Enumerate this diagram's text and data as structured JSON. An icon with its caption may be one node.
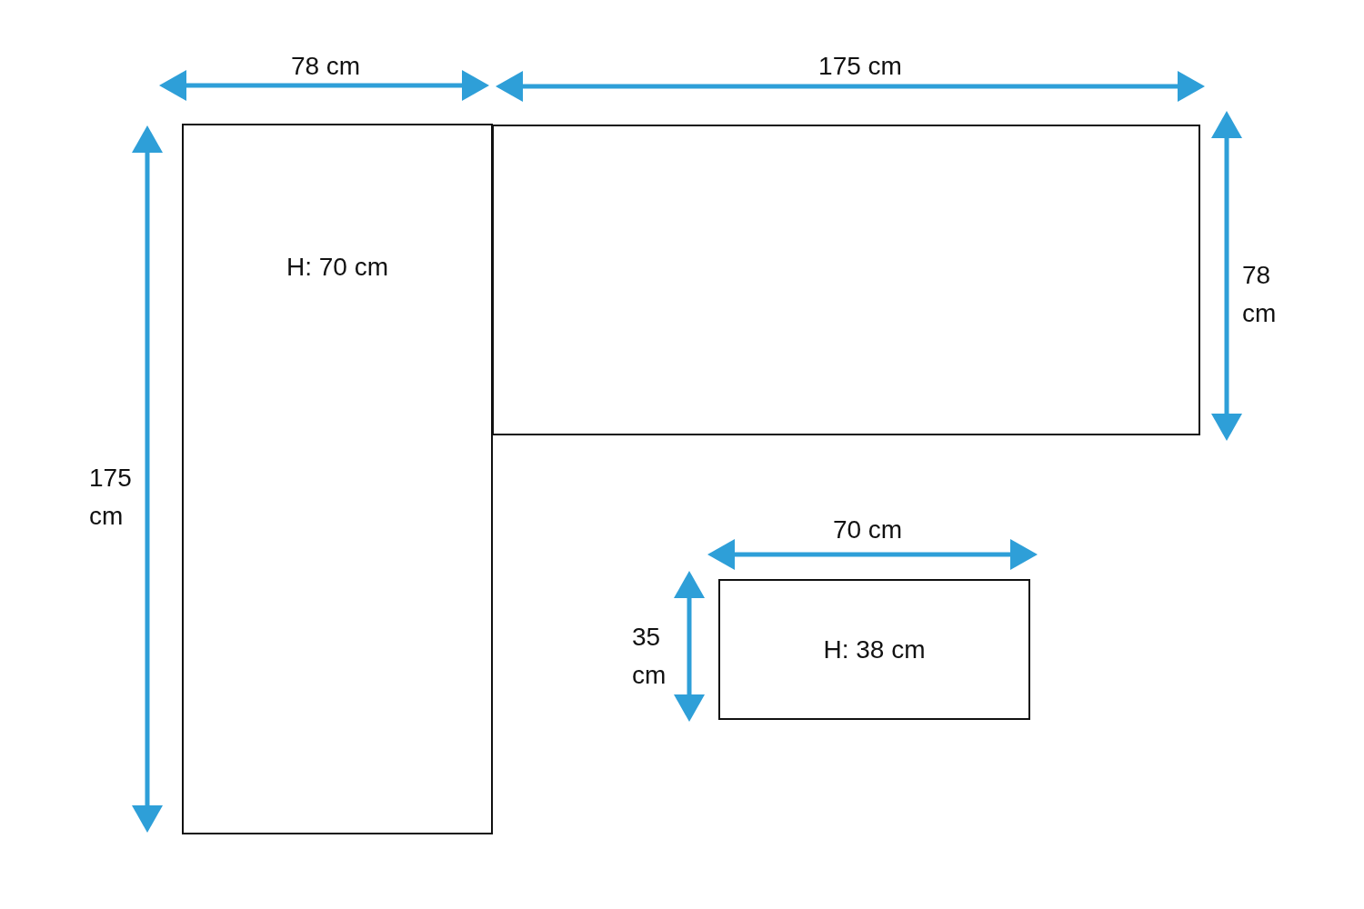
{
  "diagram": {
    "nodes": [
      {
        "text": [
          "H: 70 cm"
        ]
      },
      {
        "text": [],
        "shape": "box"
      },
      {
        "text": [
          "H: 38 cm"
        ]
      }
    ],
    "labels": [
      "78 cm",
      "175 cm",
      "78 cm",
      "175 cm",
      "70 cm",
      "35 cm"
    ]
  }
}
